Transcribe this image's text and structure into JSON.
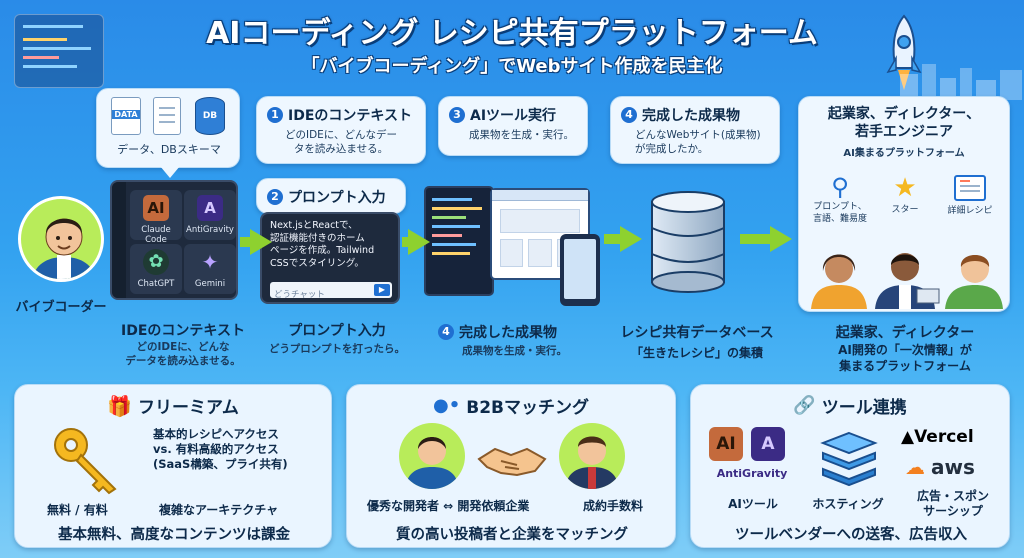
{
  "header": {
    "title": "AIコーディング レシピ共有プラットフォーム",
    "subtitle": "「バイブコーディング」でWebサイト作成を民主化"
  },
  "vibe_coder": {
    "label": "バイブコーダー"
  },
  "data_bubble": {
    "doc1": "DATA",
    "doc3": "DB",
    "caption": "データ、DBスキーマ"
  },
  "ide": {
    "tools": [
      {
        "name": "Claude Code",
        "glyph": "AI"
      },
      {
        "name": "AntiGravity",
        "glyph": "A"
      },
      {
        "name": "ChatGPT",
        "glyph": "✿"
      },
      {
        "name": "Gemini",
        "glyph": "✦"
      }
    ],
    "below_title": "IDEのコンテキスト",
    "below_desc": "どのIDEに、どんな\nデータを読み込ませる。"
  },
  "steps": [
    {
      "num": "1",
      "title": "IDEのコンテキスト",
      "desc": "どのIDEに、どんなデー\nタを読み込ませる。"
    },
    {
      "num": "2",
      "title": "プロンプト入力"
    },
    {
      "num": "3",
      "title": "AIツール実行",
      "desc": "成果物を生成・実行。"
    },
    {
      "num": "4",
      "title": "完成した成果物",
      "desc": "どんなWebサイト(成果物)\nが完成したか。"
    }
  ],
  "prompt_box": {
    "text": "Next.jsとReactで、\n認証機能付きのホーム\nページを作成。Tailwind\nCSSでスタイリング。",
    "chat_placeholder": "どうチャット",
    "send": "▶",
    "below_title": "プロンプト入力",
    "below_desc": "どうプロンプトを打ったら。"
  },
  "result_below": {
    "num": "4",
    "title": "完成した成果物",
    "desc": "成果物を生成・実行。"
  },
  "database": {
    "title": "レシピ共有データベース",
    "desc": "「生きたレシピ」の集積"
  },
  "audience": {
    "title": "起業家、ディレクター、\n若手エンジニア",
    "sub": "AI集まるプラットフォーム",
    "features": [
      {
        "icon": "search-icon",
        "label": "プロンプト、\n言語、難易度"
      },
      {
        "icon": "star-icon",
        "label": "スター"
      },
      {
        "icon": "detail-icon",
        "label": "詳細レシピ"
      }
    ],
    "below_title": "起業家、ディレクター",
    "below_desc": "AI開発の「一次情報」が\n集まるプラットフォーム"
  },
  "panels": {
    "freemium": {
      "title": "フリーミアム",
      "desc": "基本的レシピへアクセス\nvs. 有料高級的アクセス\n(SaaS構築、プライ共有)",
      "caption_left": "無料 / 有料",
      "caption_right": "複雑なアーキテクチャ",
      "bottom": "基本無料、高度なコンテンツは課金"
    },
    "b2b": {
      "title": "B2Bマッチング",
      "caption_left": "優秀な開発者 ⇔ 開発依頼企業",
      "caption_right": "成約手数料",
      "bottom": "質の高い投稿者と企業をマッチング"
    },
    "tools": {
      "title": "ツール連携",
      "logo_ai": "AI",
      "logo_ag": "A",
      "antigravity": "AntiGravity",
      "vercel": "▲Vercel",
      "aws": "aws",
      "caption_ai": "AIツール",
      "caption_hosting": "ホスティング",
      "caption_ad": "広告・スポン\nサーシップ",
      "bottom": "ツールベンダーへの送客、広告収入"
    }
  },
  "colors": {
    "accent": "#1f6fd1",
    "arrow": "#8ed12f",
    "claude": "#c46a3c",
    "antigravity": "#6b4fd8"
  }
}
